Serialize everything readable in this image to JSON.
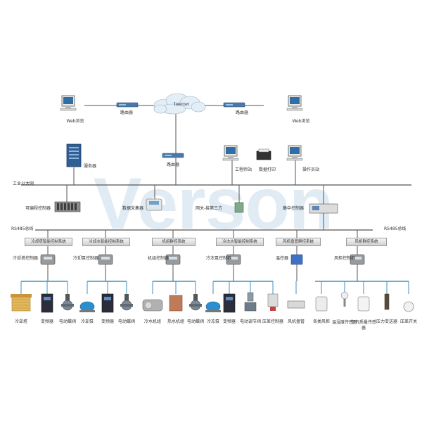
{
  "watermark": "Verson",
  "network": {
    "internet": "Internet",
    "web_left": "Web浏览",
    "web_right": "Web浏览",
    "router_left": "路由器",
    "router_right": "路由器",
    "router_mid": "路由器",
    "server": "服务器",
    "eng_station": "工程师站",
    "printer": "数据打印",
    "operator": "操作员站",
    "ethernet": "工业以太网",
    "plc": "可编程控制器",
    "collector": "数据采集器",
    "gateway": "网关-接第三方",
    "central": "集中控制器",
    "rs485_left": "RS485总线",
    "rs485_right": "RS485总线"
  },
  "subsystems": [
    {
      "title": "冷却塔智能控制系统",
      "controller": "冷却塔控制器",
      "devices": [
        "冷却塔",
        "变频器",
        "电动蝶阀"
      ]
    },
    {
      "title": "冷却水智能控制系统",
      "controller": "冷却泵控制器",
      "devices": [
        "冷却泵",
        "变频器",
        "电动蝶阀"
      ]
    },
    {
      "title": "机组群控系统",
      "controller": "机组控制器",
      "devices": [
        "冷水机组",
        "热水机组",
        "电动蝶阀"
      ]
    },
    {
      "title": "冷冻水智能控制系统",
      "controller": "冷冻泵控制器",
      "devices": [
        "冷冻泵",
        "变频器",
        "电动调节阀",
        "压差控制器"
      ]
    },
    {
      "title": "风机盘管群控系统",
      "controller": "温控器",
      "devices": [
        "风机盘管"
      ]
    },
    {
      "title": "风柜群控系统",
      "controller": "风柜控制器",
      "devices": [
        "各类风柜",
        "温湿度传感器",
        "空气质量传感器",
        "压力变送器",
        "压差开关"
      ]
    }
  ],
  "colors": {
    "line": "#555555",
    "bus": "#3a91c9",
    "watermark": "#c7dcec",
    "cloud": "#e4eef6"
  }
}
